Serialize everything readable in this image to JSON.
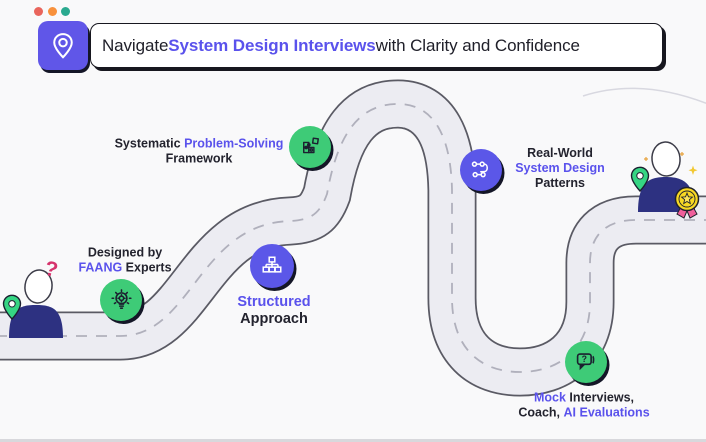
{
  "window": {
    "dot_colors": [
      "#e9655c",
      "#f8913c",
      "#2aa98f"
    ]
  },
  "header": {
    "icon": "location-pin-icon",
    "title": {
      "pre": "Navigate ",
      "accent": "System Design Interviews",
      "post": " with Clarity and Confidence"
    }
  },
  "journey": {
    "start": {
      "figure": "person-with-question",
      "question_mark": "?",
      "pin_icon": "location-pin-icon"
    },
    "end": {
      "figure": "person-with-award",
      "award_icon": "star-medal-icon",
      "pin_icon": "location-pin-icon"
    }
  },
  "milestones": [
    {
      "name": "designed-by-faang-experts",
      "icon": "lightbulb-gear-icon",
      "circle_color": "#3ecb77",
      "label": {
        "line1": "Designed by",
        "line2_accent": "FAANG",
        "line2_rest": " Experts"
      }
    },
    {
      "name": "systematic-problem-solving-framework",
      "icon": "puzzle-pieces-icon",
      "circle_color": "#3ecb77",
      "label": {
        "line1_pre": "Systematic ",
        "line1_accent": "Problem-Solving",
        "line2": "Framework"
      }
    },
    {
      "name": "structured-approach",
      "icon": "hierarchy-icon",
      "circle_color": "#5b57e8",
      "label": {
        "line1_accent": "Structured",
        "line2": "Approach"
      }
    },
    {
      "name": "real-world-system-design-patterns",
      "icon": "route-flow-icon",
      "circle_color": "#5b57e8",
      "label": {
        "line1": "Real-World",
        "line2_accent": "System Design",
        "line3": "Patterns"
      }
    },
    {
      "name": "mock-interviews-coach-ai-evaluations",
      "icon": "chat-question-icon",
      "icon_glyph": "?",
      "circle_color": "#3ecb77",
      "label": {
        "line1_accent": "Mock",
        "line1_rest": " Interviews,",
        "line2_pre": "Coach, ",
        "line2_accent": "AI Evaluations"
      }
    }
  ],
  "colors": {
    "accent_text": "#5a52ec",
    "dark_text": "#23232e",
    "road_fill": "#ececf2",
    "road_edge": "#5a5a64",
    "road_dash": "#b0b0bc",
    "body_navy": "#2d3181",
    "question_pink": "#d6336c",
    "pin_green": "#35d583",
    "medal_yellow": "#f8d823",
    "ribbon_pink": "#f0609c",
    "background": "#f9f9fa"
  }
}
